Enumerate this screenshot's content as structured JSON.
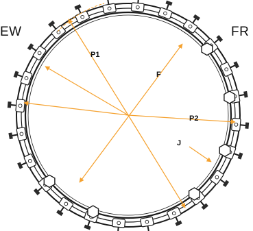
{
  "side_labels": {
    "left": "EW",
    "right": "FR"
  },
  "dimension_labels": {
    "p1": "P1",
    "f": "F",
    "p2": "P2",
    "j": "J"
  },
  "colors": {
    "arrow": "#f5a12e",
    "frame": "#1a1a1a"
  }
}
